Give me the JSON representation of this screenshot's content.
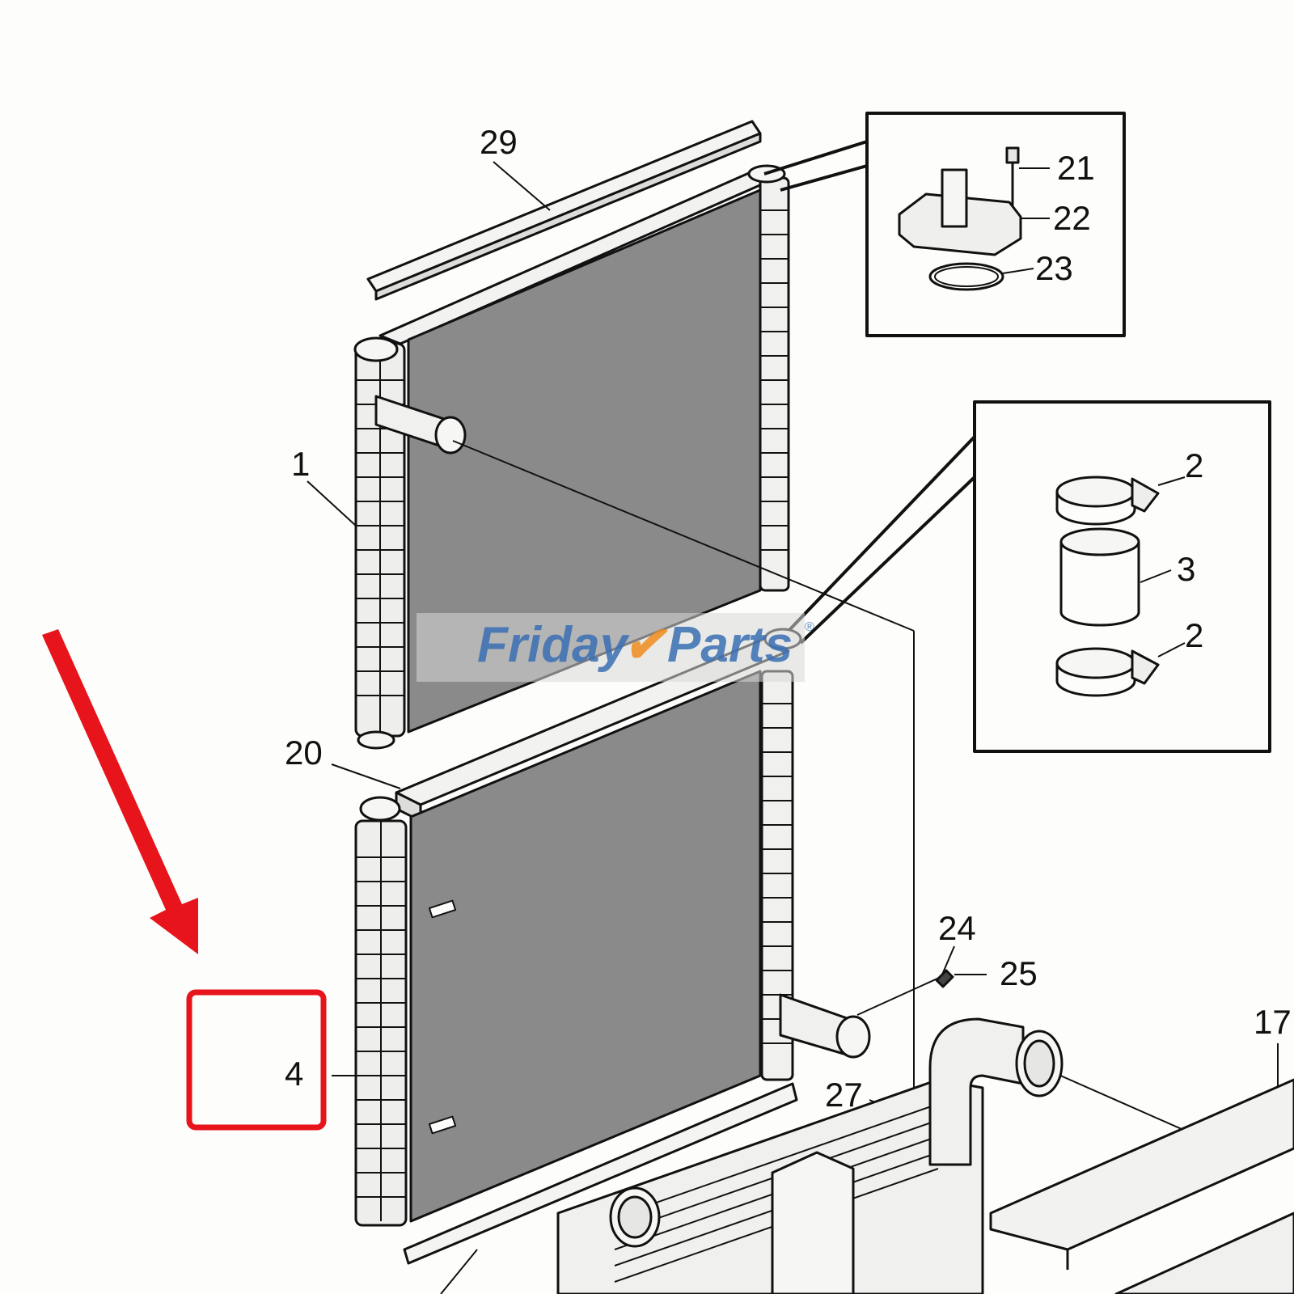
{
  "callouts": {
    "c29": "29",
    "c21": "21",
    "c22": "22",
    "c23": "23",
    "c1": "1",
    "c2a": "2",
    "c3": "3",
    "c2b": "2",
    "c20": "20",
    "c4": "4",
    "c24": "24",
    "c25": "25",
    "c17": "17",
    "c27": "27"
  },
  "watermark": {
    "part1": "Friday",
    "part2": "Parts",
    "mark": "®"
  },
  "colors": {
    "core": "#8a8a8a",
    "highlight": "#e8141b",
    "watermark_blue": "#3a6fb3",
    "watermark_orange": "#f08c1e"
  }
}
